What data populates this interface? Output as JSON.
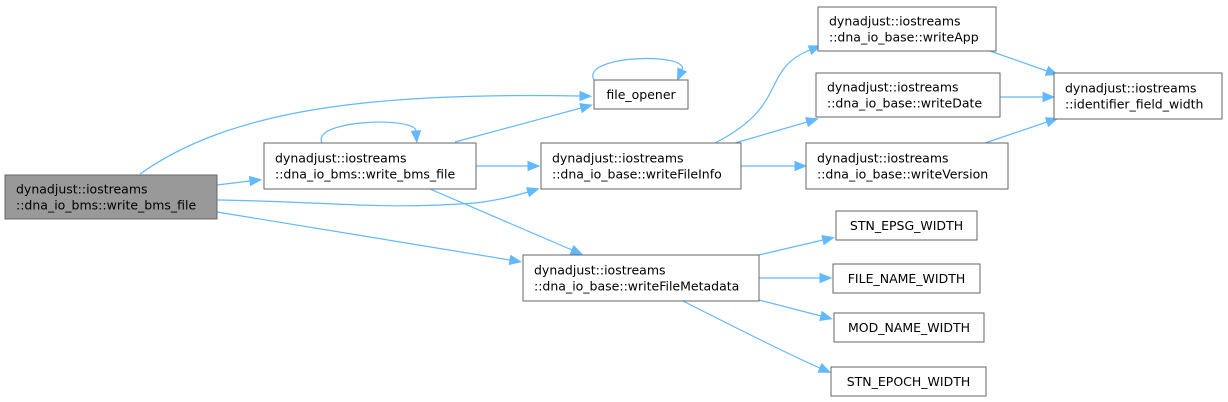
{
  "nodes": {
    "root": [
      "dynadjust::iostreams",
      "::dna_io_bms::write_bms_file"
    ],
    "write_bms_file": [
      "dynadjust::iostreams",
      "::dna_io_bms::write_bms_file"
    ],
    "file_opener": [
      "file_opener"
    ],
    "writeFileInfo": [
      "dynadjust::iostreams",
      "::dna_io_base::writeFileInfo"
    ],
    "writeFileMetadata": [
      "dynadjust::iostreams",
      "::dna_io_base::writeFileMetadata"
    ],
    "writeApp": [
      "dynadjust::iostreams",
      "::dna_io_base::writeApp"
    ],
    "writeDate": [
      "dynadjust::iostreams",
      "::dna_io_base::writeDate"
    ],
    "writeVersion": [
      "dynadjust::iostreams",
      "::dna_io_base::writeVersion"
    ],
    "identifier_field_width": [
      "dynadjust::iostreams",
      "::identifier_field_width"
    ],
    "STN_EPSG_WIDTH": [
      "STN_EPSG_WIDTH"
    ],
    "FILE_NAME_WIDTH": [
      "FILE_NAME_WIDTH"
    ],
    "MOD_NAME_WIDTH": [
      "MOD_NAME_WIDTH"
    ],
    "STN_EPOCH_WIDTH": [
      "STN_EPOCH_WIDTH"
    ]
  },
  "edges": [
    [
      "root",
      "write_bms_file"
    ],
    [
      "root",
      "file_opener"
    ],
    [
      "root",
      "writeFileInfo"
    ],
    [
      "root",
      "writeFileMetadata"
    ],
    [
      "write_bms_file",
      "write_bms_file"
    ],
    [
      "write_bms_file",
      "file_opener"
    ],
    [
      "write_bms_file",
      "writeFileInfo"
    ],
    [
      "write_bms_file",
      "writeFileMetadata"
    ],
    [
      "file_opener",
      "file_opener"
    ],
    [
      "writeFileInfo",
      "writeApp"
    ],
    [
      "writeFileInfo",
      "writeDate"
    ],
    [
      "writeFileInfo",
      "writeVersion"
    ],
    [
      "writeApp",
      "identifier_field_width"
    ],
    [
      "writeDate",
      "identifier_field_width"
    ],
    [
      "writeVersion",
      "identifier_field_width"
    ],
    [
      "writeFileMetadata",
      "STN_EPSG_WIDTH"
    ],
    [
      "writeFileMetadata",
      "FILE_NAME_WIDTH"
    ],
    [
      "writeFileMetadata",
      "MOD_NAME_WIDTH"
    ],
    [
      "writeFileMetadata",
      "STN_EPOCH_WIDTH"
    ]
  ]
}
